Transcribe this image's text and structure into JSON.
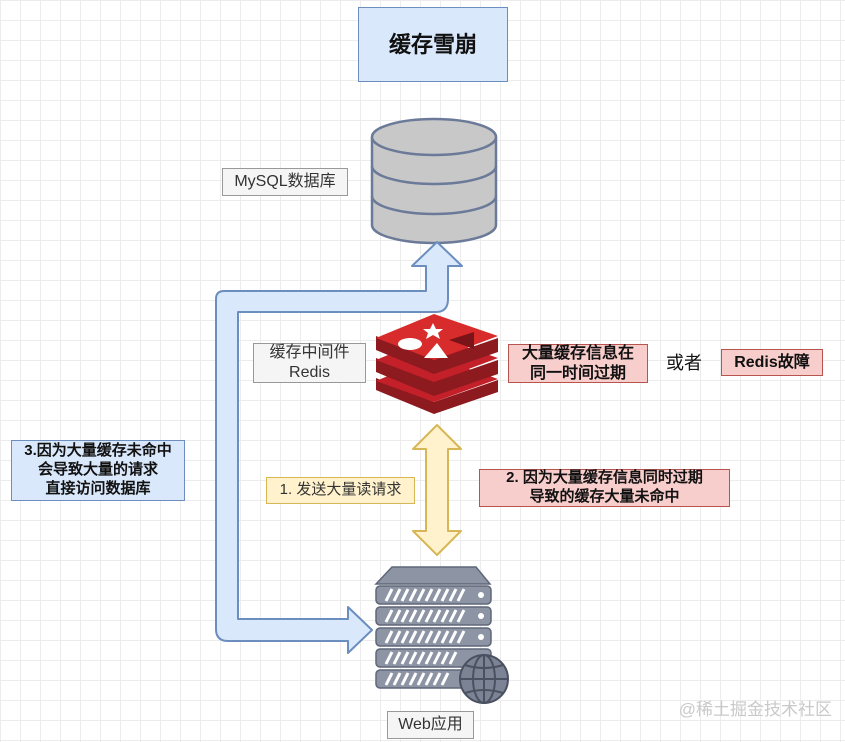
{
  "title": "缓存雪崩",
  "mysql": {
    "label": "MySQL数据库",
    "icon": "database-icon"
  },
  "redis": {
    "label_line1": "缓存中间件",
    "label_line2": "Redis",
    "icon": "redis-icon"
  },
  "web": {
    "label": "Web应用",
    "icon": "server-icon",
    "globe_icon": "globe-icon"
  },
  "reasons": {
    "reason1_line1": "大量缓存信息在",
    "reason1_line2": "同一时间过期",
    "or_text": "或者",
    "reason2": "Redis故障"
  },
  "steps": {
    "step1": "1. 发送大量读请求",
    "step2_line1": "2. 因为大量缓存信息同时过期",
    "step2_line2": "导致的缓存大量未命中",
    "step3_line1": "3.因为大量缓存未命中",
    "step3_line2": "会导致大量的请求",
    "step3_line3": "直接访问数据库"
  },
  "watermark": "@稀土掘金技术社区",
  "colors": {
    "blue_fill": "#dae8fc",
    "blue_stroke": "#6c8ebf",
    "red_fill": "#f8cecc",
    "red_stroke": "#b85450",
    "yellow_fill": "#fff2cc",
    "yellow_stroke": "#d6b656",
    "gray_fill": "#f5f5f5",
    "redis_red": "#c4202a",
    "server_gray": "#8d95a5"
  }
}
